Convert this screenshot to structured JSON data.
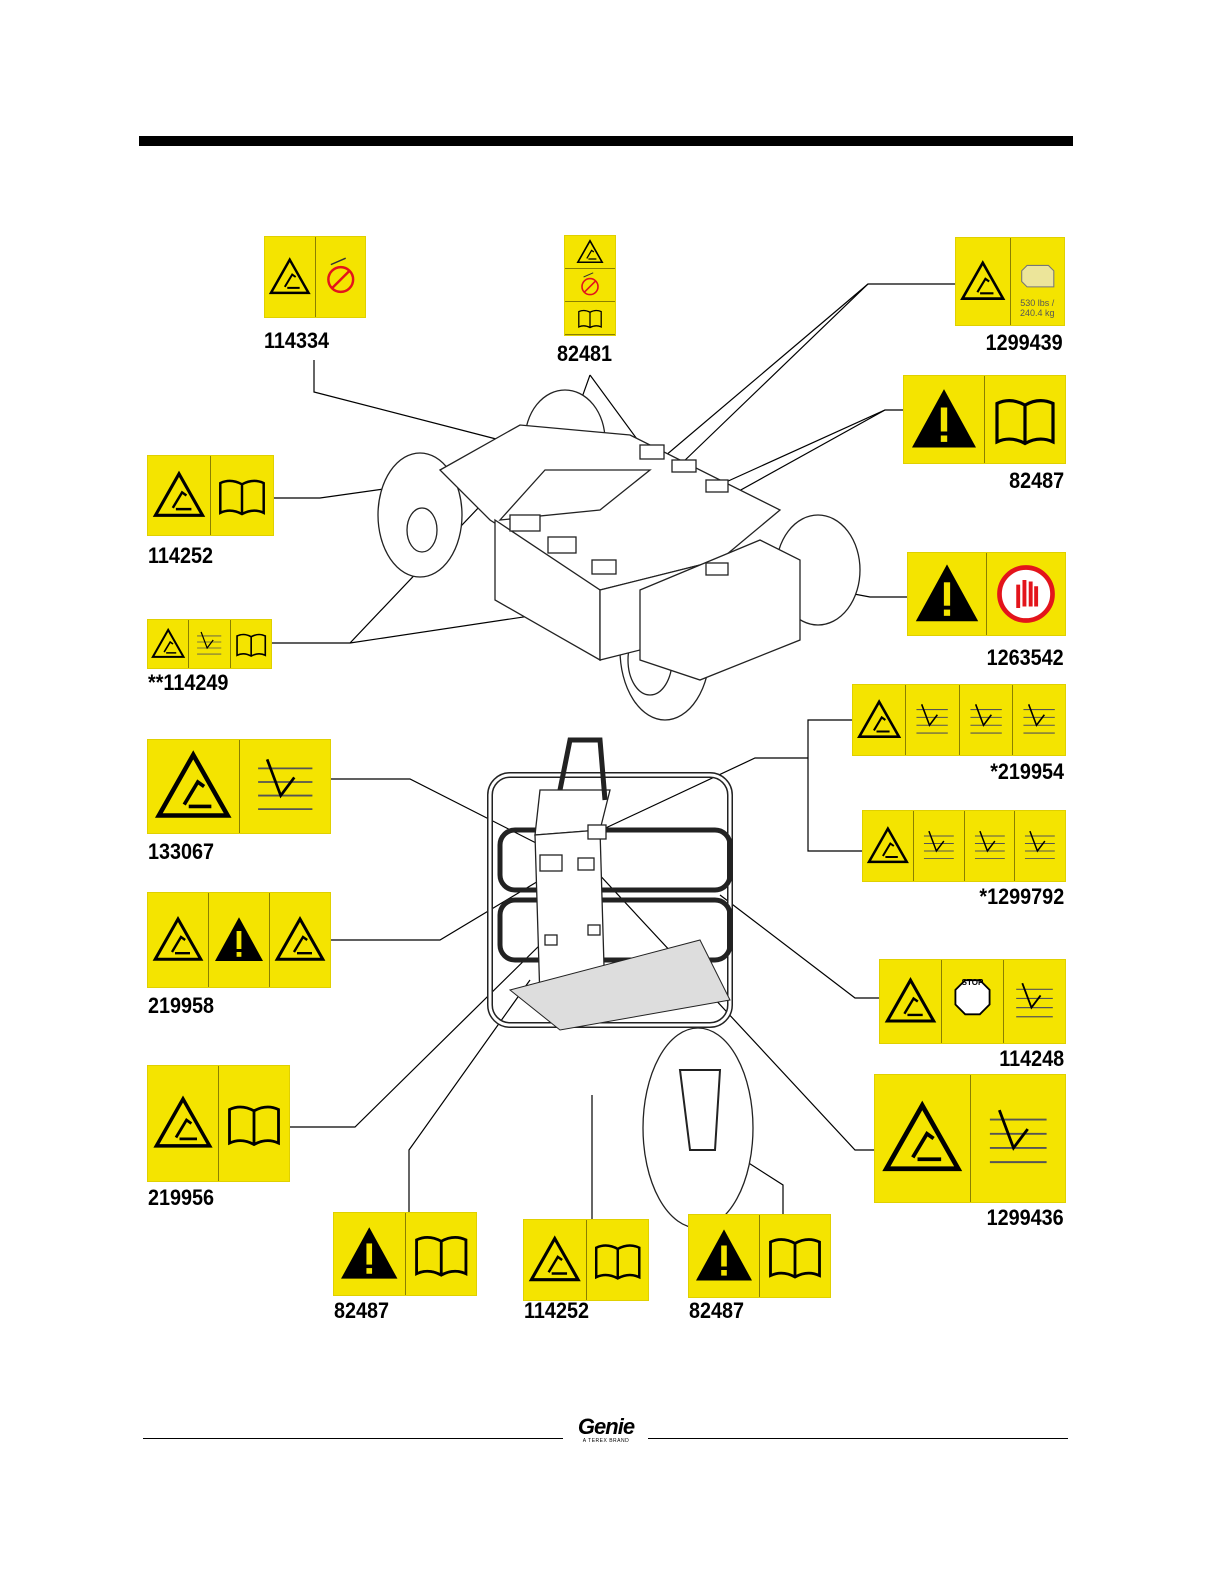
{
  "colors": {
    "decal_yellow": "#f4e400",
    "prohibit_red": "#e3141b",
    "ink": "#000000"
  },
  "decals": [
    {
      "part": "114334",
      "panels": [
        "caution-crush",
        "prohibit-smoking"
      ]
    },
    {
      "part": "82481",
      "panels": [
        "caution-explosion",
        "prohibit-pair",
        "manual-book"
      ],
      "vertical": true
    },
    {
      "part": "1299439",
      "panels": [
        "caution-tipover",
        "weight-box"
      ],
      "text": "530 lbs / 240.4 kg"
    },
    {
      "part": "82487",
      "panels": [
        "danger-exclamation",
        "manual-book"
      ]
    },
    {
      "part": "114252",
      "panels": [
        "caution-tipover",
        "manual-book"
      ]
    },
    {
      "part": "1263542",
      "panels": [
        "danger-exclamation",
        "stop-hand"
      ]
    },
    {
      "part": "**114249",
      "panels": [
        "caution-tipover",
        "wheel-gear",
        "manual-book"
      ]
    },
    {
      "part": "133067",
      "panels": [
        "caution-electrocution",
        "clearance-table"
      ]
    },
    {
      "part": "*219954",
      "panels": [
        "caution-tipover",
        "wind-building",
        "load-capacity",
        "gloves"
      ]
    },
    {
      "part": "*1299792",
      "panels": [
        "caution-tipover",
        "wind-building",
        "load-capacity",
        "gloves"
      ]
    },
    {
      "part": "219958",
      "panels": [
        "caution-multi",
        "danger-exclamation",
        "caution-multi"
      ]
    },
    {
      "part": "114248",
      "panels": [
        "caution-tipover",
        "stop-sign",
        "slope"
      ],
      "text": "STOP"
    },
    {
      "part": "219956",
      "panels": [
        "caution-tipover",
        "book-sun"
      ]
    },
    {
      "part": "1299436",
      "panels": [
        "caution-slope",
        "slope-table"
      ]
    },
    {
      "part": "82487",
      "panels": [
        "danger-exclamation",
        "manual-book"
      ]
    },
    {
      "part": "114252",
      "panels": [
        "caution-tipover",
        "manual-book"
      ]
    },
    {
      "part": "82487",
      "panels": [
        "danger-exclamation",
        "manual-book"
      ]
    }
  ],
  "footer": {
    "logo": "Genie",
    "logo_tagline": "A TEREX BRAND"
  }
}
